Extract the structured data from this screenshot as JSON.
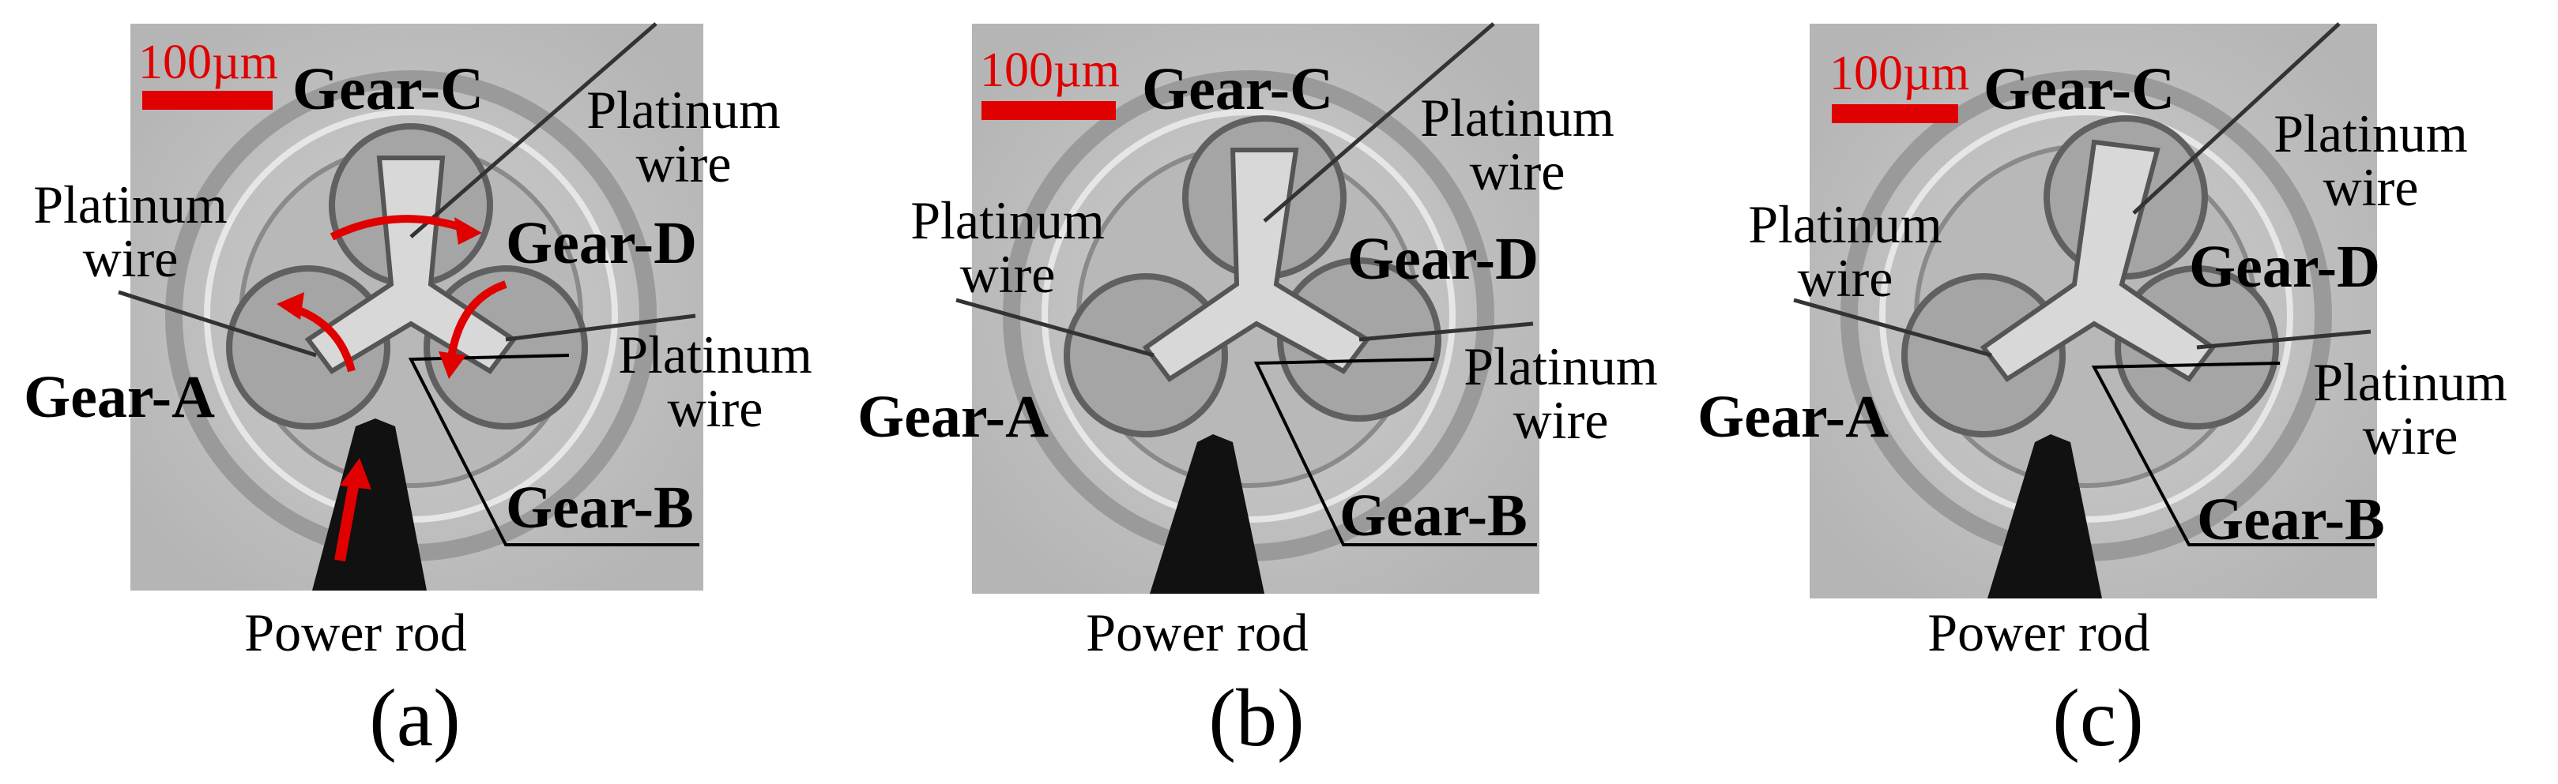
{
  "panels": [
    {
      "id": "a",
      "scale_bar": "100µm",
      "gear_c": "Gear-C",
      "gear_d": "Gear-D",
      "gear_a": "Gear-A",
      "gear_b": "Gear-B",
      "platinum_top_right": [
        "Platinum",
        "wire"
      ],
      "platinum_left": [
        "Platinum",
        "wire"
      ],
      "platinum_right": [
        "Platinum",
        "wire"
      ],
      "power_rod": "Power rod",
      "sublabel": "(a)",
      "arrows": true
    },
    {
      "id": "b",
      "scale_bar": "100µm",
      "gear_c": "Gear-C",
      "gear_d": "Gear-D",
      "gear_a": "Gear-A",
      "gear_b": "Gear-B",
      "platinum_top_right": [
        "Platinum",
        "wire"
      ],
      "platinum_left": [
        "Platinum",
        "wire"
      ],
      "platinum_right": [
        "Platinum",
        "wire"
      ],
      "power_rod": "Power rod",
      "sublabel": "(b)",
      "arrows": false
    },
    {
      "id": "c",
      "scale_bar": "100µm",
      "gear_c": "Gear-C",
      "gear_d": "Gear-D",
      "gear_a": "Gear-A",
      "gear_b": "Gear-B",
      "platinum_top_right": [
        "Platinum",
        "wire"
      ],
      "platinum_left": [
        "Platinum",
        "wire"
      ],
      "platinum_right": [
        "Platinum",
        "wire"
      ],
      "power_rod": "Power rod",
      "sublabel": "(c)",
      "arrows": false
    }
  ],
  "colors": {
    "arrow": "#e00000",
    "background_photo": "#c4c4c4"
  }
}
